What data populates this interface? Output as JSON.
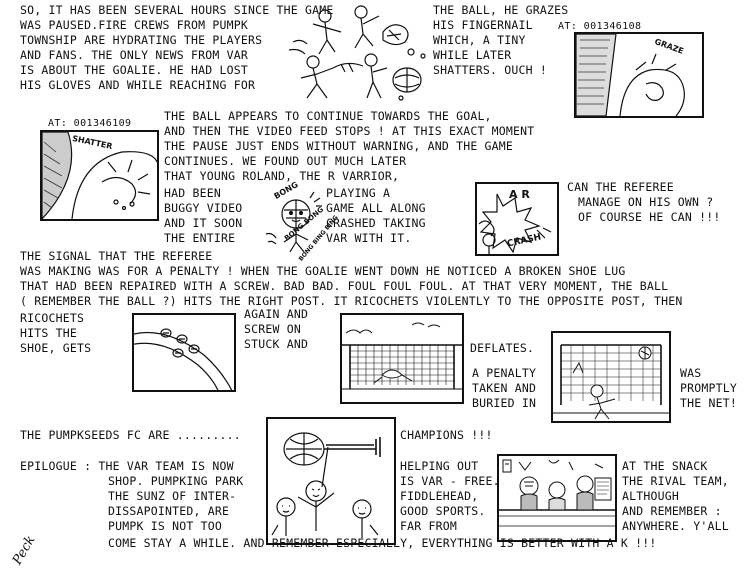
{
  "story": {
    "block1": [
      "So, it has been several hours since the game",
      "was paused.Fire crews from Pumpk",
      "Township are hydrating the players",
      "and fans.   The only news from VAR",
      "is about the goalie. He had lost",
      "his gloves and while reaching for"
    ],
    "block2": [
      "the ball, he grazes",
      "his fingernail",
      "which, a tiny",
      "while later",
      "shatters. Ouch !"
    ],
    "timestamp1": "AT: 001346108",
    "sfx_graze": "GRAZE",
    "timestamp2": "AT: 001346109",
    "sfx_shatter": "SHATTER",
    "block3": [
      "The ball appears to continue towards the goal,",
      "and then the video feed stops !  At this exact moment",
      "the pause just ends without warning, and the game",
      "continues.  We found out much later",
      "that young Roland, the R varrior,"
    ],
    "block4_left": [
      "had been",
      "buggy video",
      "and it soon",
      "the entire"
    ],
    "block4_mid": [
      "playing a",
      "game all along",
      "crashed taking",
      "VAR with it."
    ],
    "sfx_bong1": "BONG",
    "sfx_bong2": "BONG BONG",
    "sfx_bong3": "BONG BING BING",
    "sfx_ar": "A   R",
    "sfx_crash": "CRASH",
    "block5": [
      "Can the referee",
      "manage on his own ?",
      "Of course he can !!!"
    ],
    "block6": [
      "The signal that the referee",
      "was making was for a penalty ! When the goalie went down he noticed a broken shoe lug",
      "that had been repaired with a screw. Bad bad. Foul foul foul.  At that very moment, the ball",
      "( remember the ball ?) hits the right post. It ricochets violently to the opposite post, then"
    ],
    "block7_left": [
      "ricochets",
      "hits the",
      "shoe, gets"
    ],
    "block7_mid": [
      "again and",
      "screw on",
      "stuck and"
    ],
    "deflates": "deflates.",
    "block8": [
      "a penalty",
      "taken and",
      "buried in"
    ],
    "block9": [
      "was",
      "promptly",
      "the net!"
    ],
    "champions_left": "The Pumpkseeds FC are .........",
    "champions_right": "Champions !!!",
    "epilogue_left": [
      "Epilogue :  The VAR team is now",
      "shop. Pumpking Park",
      "the sunz of inter-",
      "dissapointed, are",
      "Pumpk is not too"
    ],
    "epilogue_mid": [
      "helping out",
      "is VAR - free.",
      "Fiddlehead,",
      "good sports.",
      "far from"
    ],
    "epilogue_right": [
      "at the snack",
      "the rival team,",
      "although",
      "and remember :",
      "anywhere. Y'all"
    ],
    "closing": "come stay a while. And remember especially, everything is better with a K !!!",
    "signature": "Peck"
  },
  "colors": {
    "ink": "#111111",
    "paper": "#ffffff",
    "hatch": "#222222"
  }
}
